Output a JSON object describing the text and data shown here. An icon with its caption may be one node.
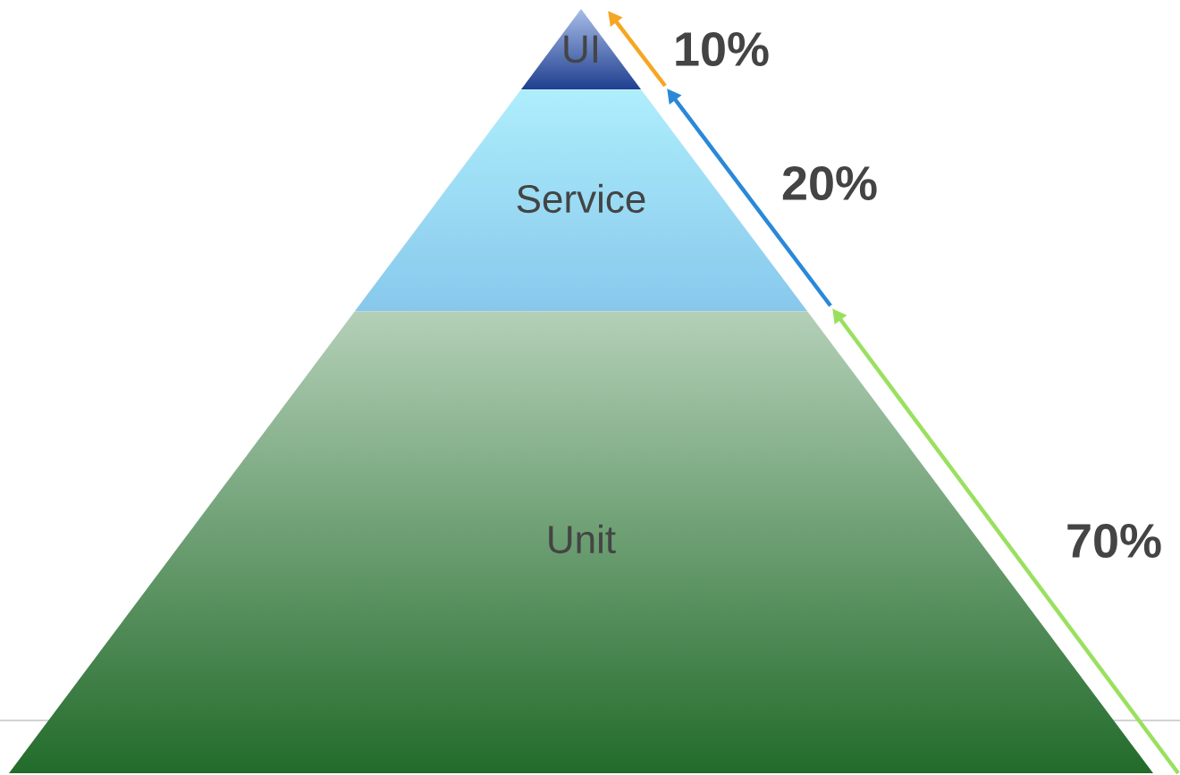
{
  "diagram": {
    "nodes": [
      {
        "text": [
          "UI"
        ]
      },
      {
        "text": [
          "Service"
        ]
      },
      {
        "text": [
          "Unit"
        ]
      }
    ],
    "labels": [
      "10%",
      "20%",
      "70%"
    ]
  }
}
